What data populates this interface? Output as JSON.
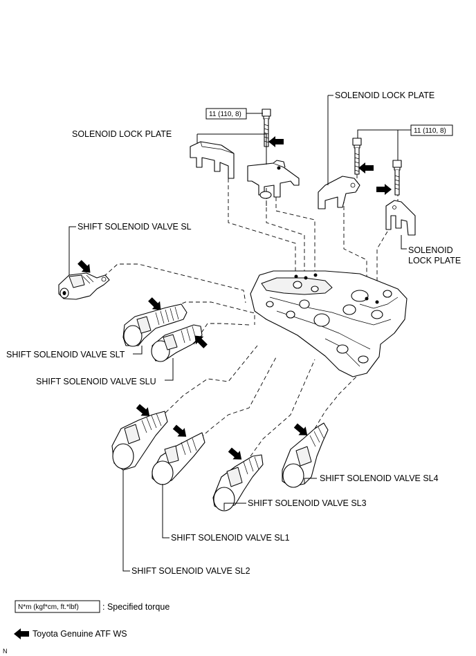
{
  "torque_value": "11 (110, 8)",
  "labels": {
    "lock_plate_top": "SOLENOID LOCK PLATE",
    "lock_plate_left": "SOLENOID LOCK PLATE",
    "lock_plate_right_1": "SOLENOID",
    "lock_plate_right_2": "LOCK PLATE",
    "valve_sl": "SHIFT SOLENOID VALVE SL",
    "valve_slt": "SHIFT SOLENOID VALVE SLT",
    "valve_slu": "SHIFT SOLENOID VALVE SLU",
    "valve_sl1": "SHIFT SOLENOID VALVE SL1",
    "valve_sl2": "SHIFT SOLENOID VALVE SL2",
    "valve_sl3": "SHIFT SOLENOID VALVE SL3",
    "valve_sl4": "SHIFT SOLENOID VALVE SL4"
  },
  "legend": {
    "torque_unit": "N*m (kgf*cm, ft.*lbf)",
    "torque_desc": ": Specified torque",
    "atf_desc": "Toyota Genuine ATF WS"
  },
  "corner_mark": "N",
  "icons": {
    "arrow": "black-arrow-icon"
  }
}
